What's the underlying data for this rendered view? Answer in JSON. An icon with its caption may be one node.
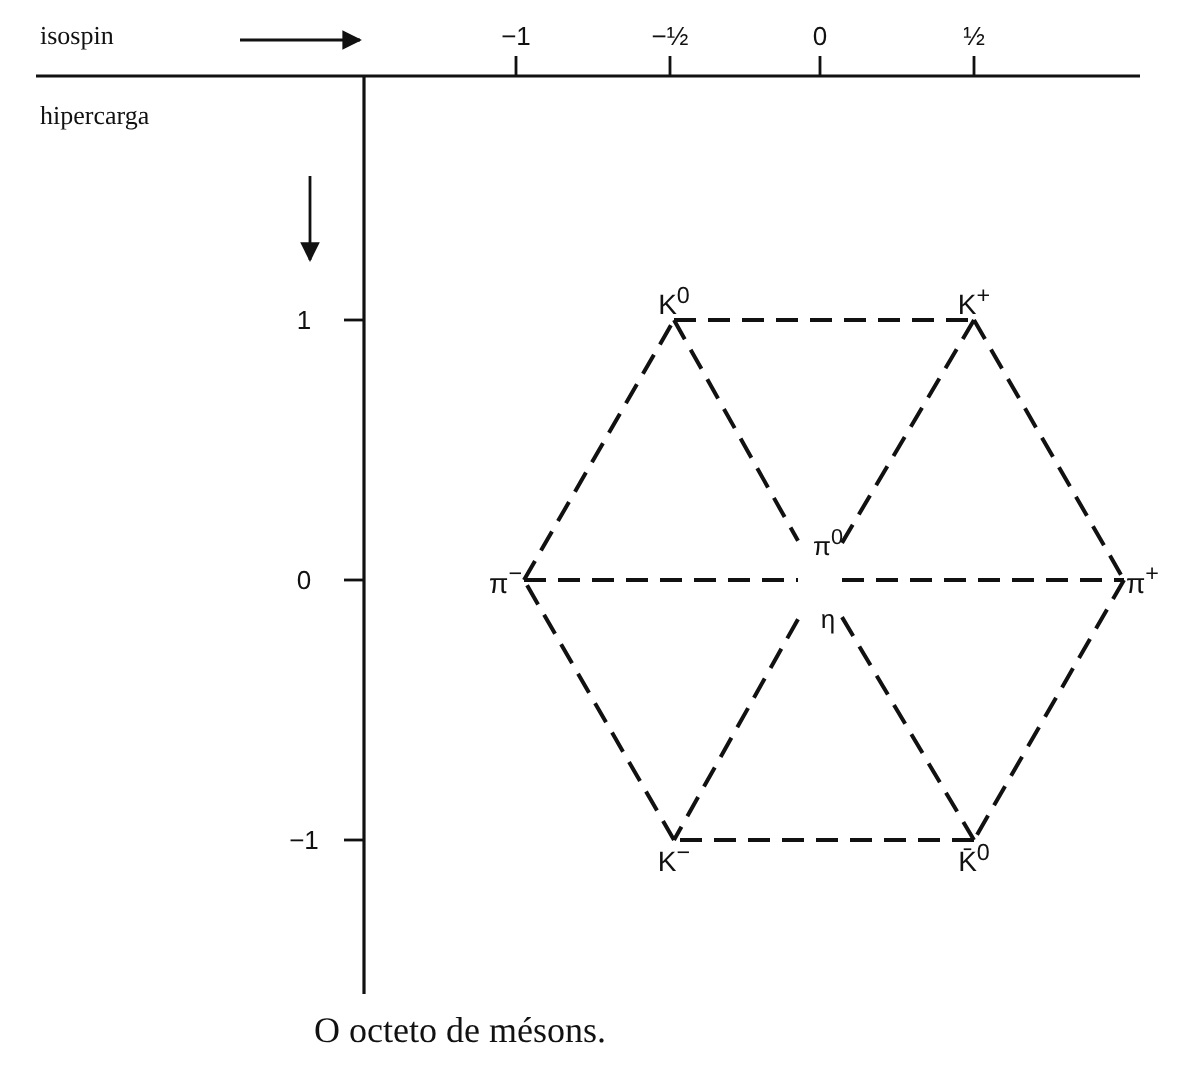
{
  "diagram": {
    "caption": "O octeto de mésons.",
    "nodes": [
      {
        "text": [
          "K$^{0}$"
        ]
      },
      {
        "text": [
          "K$^{+}$"
        ]
      },
      {
        "text": [
          "π$^{−}$"
        ]
      },
      {
        "text": [
          "π$^{0}$",
          "η"
        ]
      },
      {
        "text": [
          "π$^{+}$"
        ]
      },
      {
        "text": [
          "K$^{−}$"
        ]
      },
      {
        "text": [
          "K̄$^{0}$"
        ]
      }
    ],
    "edges": [
      {
        "from": 0,
        "to": 1,
        "arrow": "none",
        "style": "dashed"
      },
      {
        "from": 1,
        "to": 4,
        "arrow": "none",
        "style": "dashed"
      },
      {
        "from": 4,
        "to": 6,
        "arrow": "none",
        "style": "dashed"
      },
      {
        "from": 6,
        "to": 5,
        "arrow": "none",
        "style": "dashed"
      },
      {
        "from": 5,
        "to": 2,
        "arrow": "none",
        "style": "dashed"
      },
      {
        "from": 2,
        "to": 0,
        "arrow": "none",
        "style": "dashed"
      },
      {
        "from": 0,
        "to": 3,
        "arrow": "none",
        "style": "dashed"
      },
      {
        "from": 3,
        "to": 6,
        "arrow": "none",
        "style": "dashed"
      },
      {
        "from": 1,
        "to": 3,
        "arrow": "none",
        "style": "dashed"
      },
      {
        "from": 3,
        "to": 5,
        "arrow": "none",
        "style": "dashed"
      },
      {
        "from": 2,
        "to": 3,
        "arrow": "none",
        "style": "dashed"
      },
      {
        "from": 3,
        "to": 4,
        "arrow": "none",
        "style": "dashed"
      }
    ],
    "labels": [
      "isospin",
      "−1",
      "−½",
      "0",
      "½",
      "hipercarga",
      "1",
      "0",
      "−1"
    ]
  }
}
